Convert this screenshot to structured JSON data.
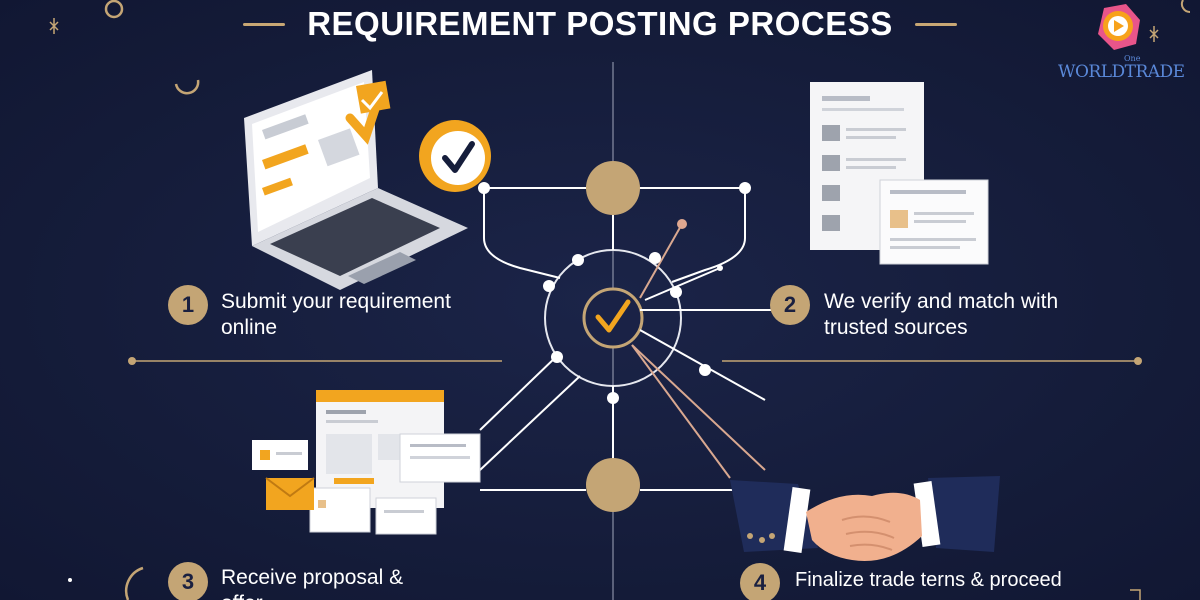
{
  "title": "REQUIREMENT POSTING PROCESS",
  "steps": [
    {
      "number": "1",
      "label_lines": [
        "Submit your requirement",
        "online"
      ]
    },
    {
      "number": "2",
      "label_lines": [
        "We verify and match with",
        "trusted sources"
      ]
    },
    {
      "number": "3",
      "label_lines": [
        "Receive proposal &",
        "offer"
      ]
    },
    {
      "number": "4",
      "label_lines": [
        "Finalize trade terns & proceed"
      ]
    }
  ],
  "brand": {
    "text": "WORLDTRADE",
    "small_text": "One"
  },
  "icons": {
    "step1": "laptop-checklist-icon",
    "step2": "documents-icon",
    "step3": "proposal-documents-icon",
    "step4": "handshake-icon",
    "center": "check-network-icon",
    "logo": "play-logo-icon"
  },
  "colors": {
    "background": "#151d3b",
    "accent_gold": "#c4a575",
    "accent_orange": "#f2a51f",
    "text": "#ffffff"
  }
}
